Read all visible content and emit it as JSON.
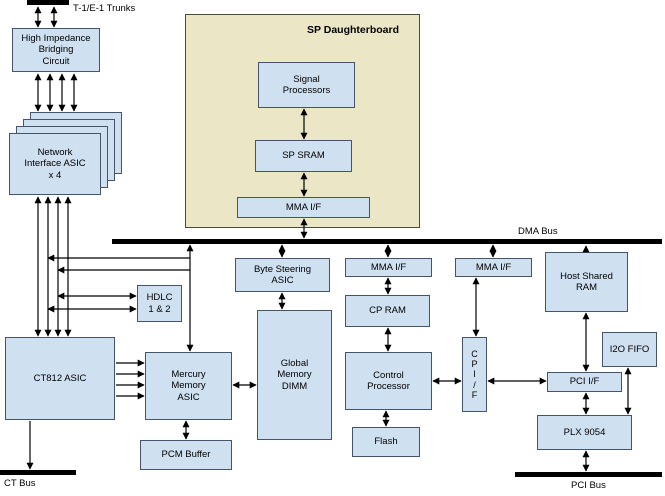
{
  "diagram": {
    "title": "SP Daughterboard",
    "bus_labels": {
      "trunks": "T-1/E-1 Trunks",
      "dma": "DMA Bus",
      "ct": "CT Bus",
      "pci": "PCI Bus"
    },
    "blocks": {
      "high_impedance": "High Impedance\nBridging\nCircuit",
      "network_asic": "Network\nInterface ASIC\nx 4",
      "signal_processors": "Signal\nProcessors",
      "sp_sram": "SP SRAM",
      "mma_if_sp": "MMA I/F",
      "byte_steering": "Byte Steering\nASIC",
      "mma_if_left": "MMA I/F",
      "mma_if_right": "MMA I/F",
      "host_shared_ram": "Host Shared\nRAM",
      "hdlc": "HDLC\n1 & 2",
      "ct812": "CT812 ASIC",
      "mercury": "Mercury\nMemory\nASIC",
      "global_memory": "Global\nMemory\nDIMM",
      "cp_ram": "CP RAM",
      "control_processor": "Control\nProcessor",
      "cp_if": "C\nP\nI\n/\nF",
      "flash": "Flash",
      "pcm_buffer": "PCM Buffer",
      "i2o_fifo": "I2O FIFO",
      "pci_if": "PCI I/F",
      "plx": "PLX 9054"
    },
    "colors": {
      "block_fill": "#cfe0f1",
      "block_border": "#45536b",
      "daughterboard_fill": "#eae6c6",
      "daughterboard_border": "#4a4a3a",
      "line": "#000000",
      "bus": "#000000"
    }
  }
}
